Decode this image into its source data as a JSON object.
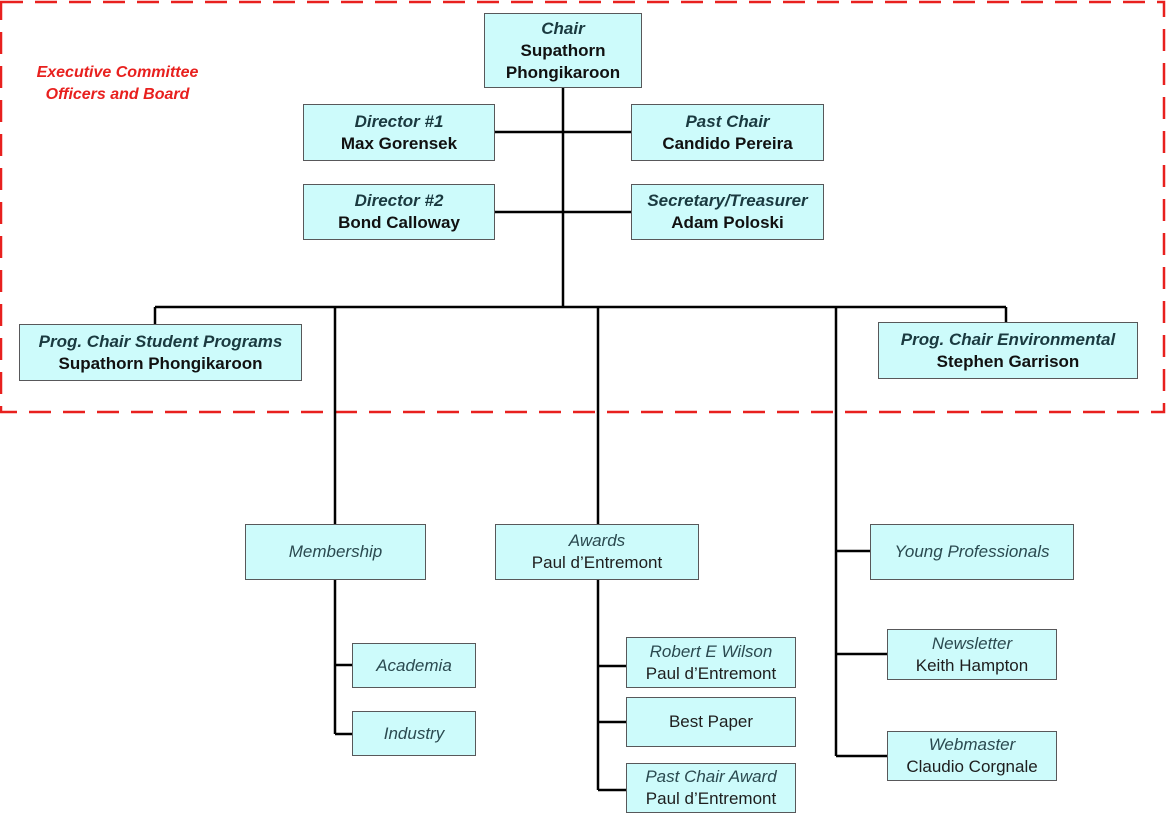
{
  "executive_label": [
    "Executive Committee",
    "Officers and Board"
  ],
  "chair": {
    "role": "Chair",
    "name_line1": "Supathorn",
    "name_line2": "Phongikaroon"
  },
  "director1": {
    "role": "Director #1",
    "name": "Max Gorensek"
  },
  "past_chair": {
    "role": "Past Chair",
    "name": "Candido Pereira"
  },
  "director2": {
    "role": "Director #2",
    "name": "Bond Calloway"
  },
  "secretary": {
    "role": "Secretary/Treasurer",
    "name": "Adam Poloski"
  },
  "prog_student": {
    "role": "Prog. Chair Student Programs",
    "name": "Supathorn Phongikaroon"
  },
  "prog_env": {
    "role": "Prog. Chair Environmental",
    "name": "Stephen Garrison"
  },
  "membership": {
    "role": "Membership"
  },
  "academia": {
    "role": "Academia"
  },
  "industry": {
    "role": "Industry"
  },
  "awards": {
    "role": "Awards",
    "name": "Paul d’Entremont"
  },
  "robert_wilson": {
    "role": "Robert E Wilson",
    "name": "Paul d’Entremont"
  },
  "best_paper": {
    "name": "Best Paper"
  },
  "past_chair_award": {
    "role": "Past Chair Award",
    "name": "Paul d’Entremont"
  },
  "young_professionals": {
    "role": "Young Professionals"
  },
  "newsletter": {
    "role": "Newsletter",
    "name": "Keith Hampton"
  },
  "webmaster": {
    "role": "Webmaster",
    "name": "Claudio Corgnale"
  },
  "colors": {
    "box_fill": "#cdfbfb",
    "box_border": "#58585a",
    "exec_dash": "#e8201e",
    "connector": "#000000"
  }
}
